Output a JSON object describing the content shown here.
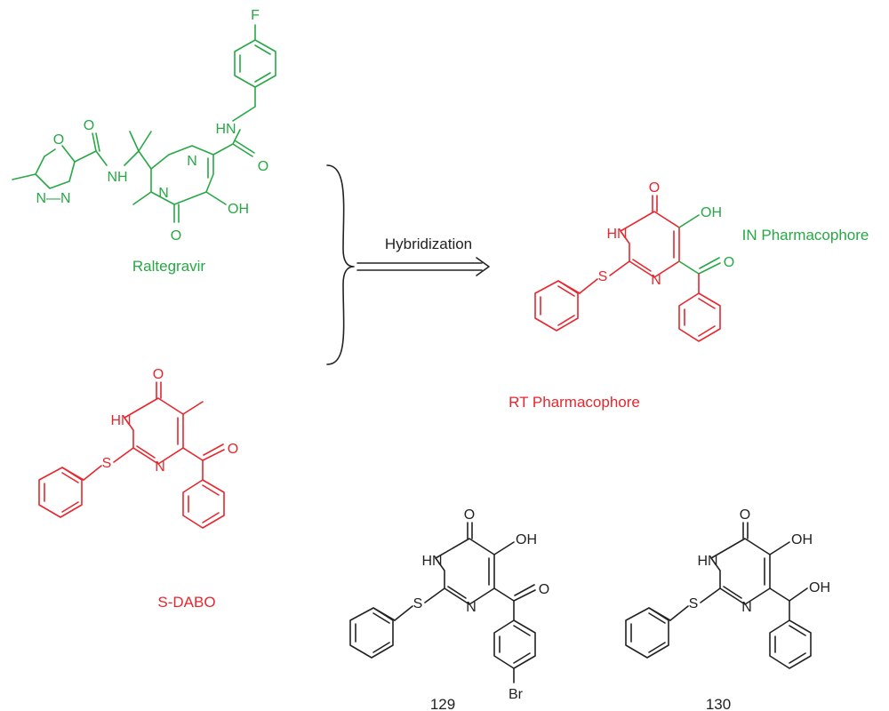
{
  "colors": {
    "raltegravir": "#27a845",
    "sdabo": "#e8262d",
    "hybrid_rt": "#e8262d",
    "hybrid_in": "#27a845",
    "compounds": "#222222",
    "arrow": "#222222"
  },
  "raltegravir": {
    "name": "Raltegravir",
    "atoms": {
      "fluorine": "F",
      "amide_nh_top": "HN",
      "amide_o_right": "O",
      "hydroxyl": "OH",
      "ring_n": "N",
      "ring_o": "O",
      "amide_o_left": "O",
      "amide_nh_left": "NH",
      "n_methyl": "N",
      "oxadiazole_o": "O",
      "oxadiazole_n": "N—N"
    }
  },
  "sdabo": {
    "name": "S-DABO",
    "atoms": {
      "carbonyl_o": "O",
      "nh": "HN",
      "ring_n": "N",
      "sulfur": "S",
      "ketone_o": "O"
    }
  },
  "reaction": {
    "label": "Hybridization"
  },
  "hybrid": {
    "in_label": "IN Pharmacophore",
    "rt_label": "RT Pharmacophore",
    "atoms": {
      "carbonyl_o": "O",
      "nh": "HN",
      "hydroxyl": "OH",
      "ring_n": "N",
      "sulfur": "S",
      "ketone_o": "O"
    }
  },
  "compound_129": {
    "label": "129",
    "atoms": {
      "carbonyl_o": "O",
      "nh": "HN",
      "hydroxyl": "OH",
      "ring_n": "N",
      "sulfur": "S",
      "ketone_o": "O",
      "bromine": "Br"
    }
  },
  "compound_130": {
    "label": "130",
    "atoms": {
      "carbonyl_o": "O",
      "nh": "HN",
      "hydroxyl": "OH",
      "ring_n": "N",
      "sulfur": "S",
      "carbinol_oh": "OH"
    }
  }
}
